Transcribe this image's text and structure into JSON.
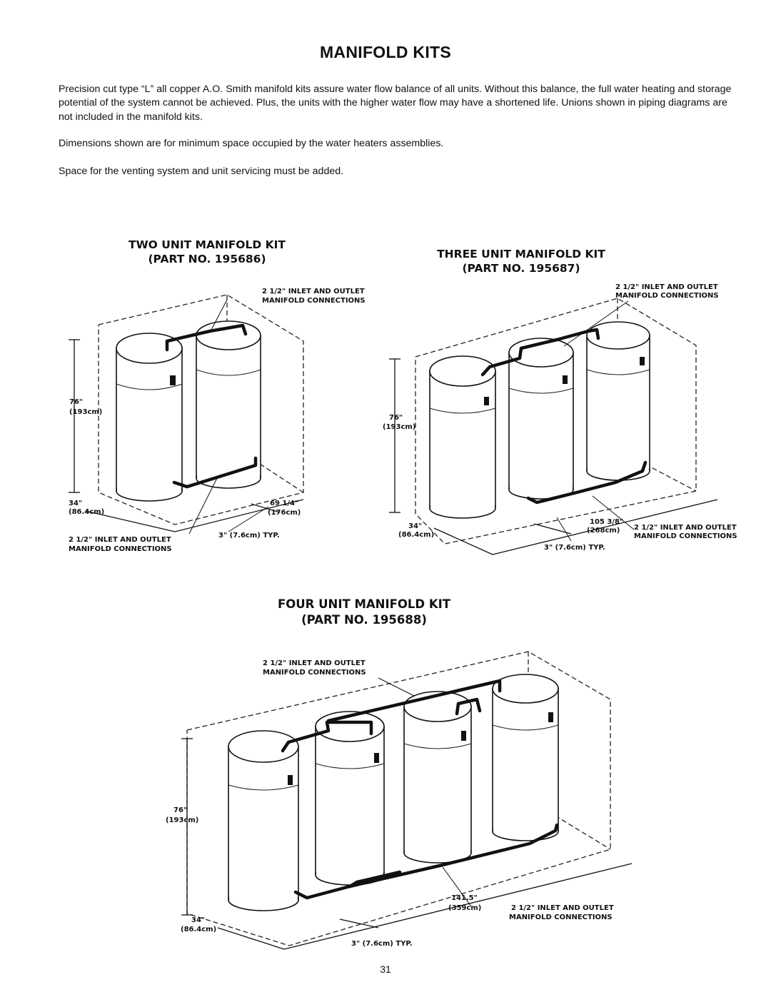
{
  "page": {
    "title": "MANIFOLD KITS",
    "paragraphs": [
      "Precision cut type “L” all copper A.O. Smith manifold kits assure water flow balance of all units. Without this balance, the full water heating and storage potential of the system cannot be achieved. Plus, the units with the higher water flow may have a shortened life. Unions shown in piping diagrams are not included in the manifold kits.",
      "Dimensions shown are for minimum space occupied by the water heaters assemblies.",
      "Space for the venting system and unit servicing must be added."
    ],
    "page_number": "31"
  },
  "kits": {
    "two": {
      "title": "TWO UNIT MANIFOLD KIT",
      "part": "(PART NO. 195686)",
      "conn_top_1": "2 1/2\" INLET AND OUTLET",
      "conn_top_2": "MANIFOLD CONNECTIONS",
      "conn_bot_1": "2 1/2\" INLET AND OUTLET",
      "conn_bot_2": "MANIFOLD CONNECTIONS",
      "height_in": "76\"",
      "height_cm": "(193cm)",
      "depth_in": "34\"",
      "depth_cm": "(86.4cm)",
      "width_in": "69 1/4\"",
      "width_cm": "(176cm)",
      "spacing": "3\" (7.6cm) TYP."
    },
    "three": {
      "title": "THREE UNIT MANIFOLD KIT",
      "part": "(PART NO. 195687)",
      "conn_top_1": "2 1/2\" INLET AND OUTLET",
      "conn_top_2": "MANIFOLD CONNECTIONS",
      "conn_bot_1": "2 1/2\" INLET AND OUTLET",
      "conn_bot_2": "MANIFOLD CONNECTIONS",
      "height_in": "76\"",
      "height_cm": "(193cm)",
      "depth_in": "34\"",
      "depth_cm": "(86.4cm)",
      "width_in": "105 3/8\"",
      "width_cm": "(268cm)",
      "spacing": "3\" (7.6cm) TYP."
    },
    "four": {
      "title": "FOUR UNIT MANIFOLD KIT",
      "part": "(PART NO. 195688)",
      "conn_top_1": "2 1/2\" INLET AND OUTLET",
      "conn_top_2": "MANIFOLD CONNECTIONS",
      "conn_bot_1": "2 1/2\" INLET AND OUTLET",
      "conn_bot_2": "MANIFOLD CONNECTIONS",
      "height_in": "76\"",
      "height_cm": "(193cm)",
      "depth_in": "34\"",
      "depth_cm": "(86.4cm)",
      "width_in": "141.5\"",
      "width_cm": "(359cm)",
      "spacing": "3\" (7.6cm) TYP."
    }
  }
}
